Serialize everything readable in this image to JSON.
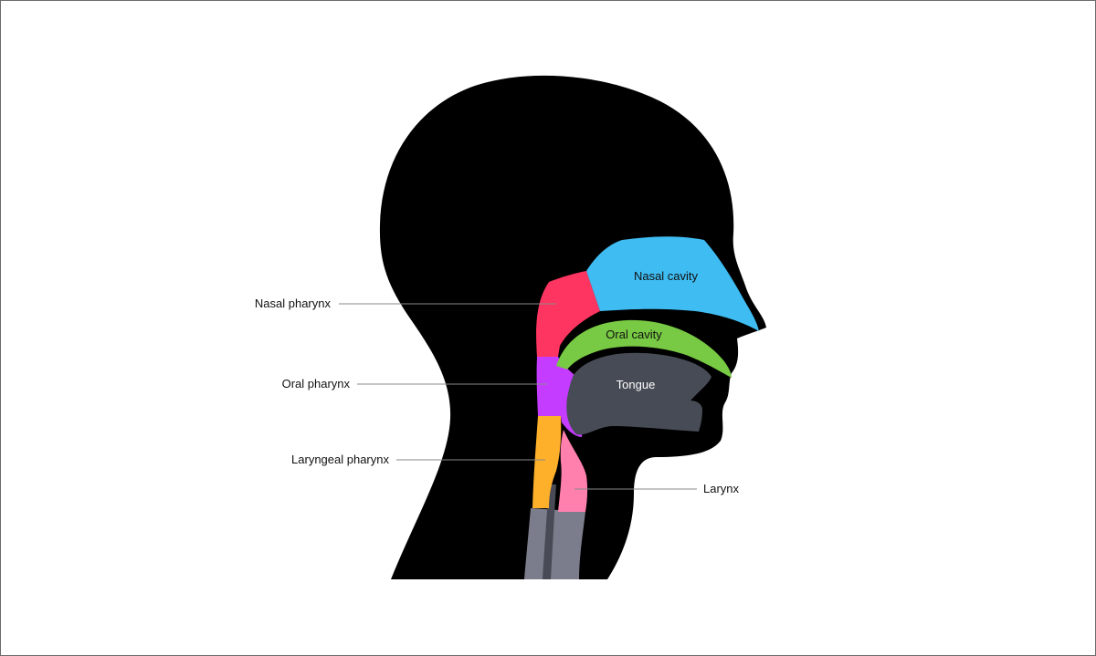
{
  "labels": {
    "nasal_pharynx": "Nasal pharynx",
    "oral_pharynx": "Oral pharynx",
    "laryngeal_pharynx": "Laryngeal pharynx",
    "larynx": "Larynx",
    "nasal_cavity": "Nasal cavity",
    "oral_cavity": "Oral cavity",
    "tongue": "Tongue"
  },
  "colors": {
    "head_silhouette": "#000000",
    "nasal_cavity": "#3fbcf2",
    "nasal_pharynx": "#ff3561",
    "oral_pharynx": "#c43cff",
    "laryngeal_pharynx": "#ffb02a",
    "larynx": "#ff80ad",
    "oral_cavity": "#78c943",
    "tongue": "#474b55",
    "trachea": "#7c7d8c",
    "esophagus_tube": "#484b55",
    "leader_line": "#8a8a8a"
  }
}
